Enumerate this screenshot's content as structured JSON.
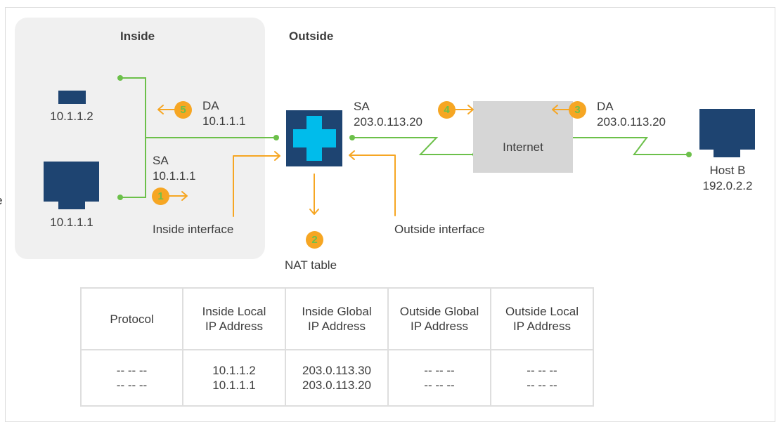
{
  "diagram": {
    "zones": {
      "inside_label": "Inside",
      "outside_label": "Outside"
    },
    "cropped_text_fragment": "e",
    "devices": {
      "host_inside_small": {
        "label": "10.1.1.2"
      },
      "host_inside_large": {
        "label": "10.1.1.1"
      },
      "nat_router": {
        "label": "NAT table"
      },
      "internet": {
        "label": "Internet"
      },
      "host_b": {
        "name": "Host B",
        "ip": "192.0.2.2"
      }
    },
    "annotations": {
      "inside_da": {
        "field": "DA",
        "value": "10.1.1.1"
      },
      "inside_sa": {
        "field": "SA",
        "value": "10.1.1.1"
      },
      "outside_sa": {
        "field": "SA",
        "value": "203.0.113.20"
      },
      "outside_da": {
        "field": "DA",
        "value": "203.0.113.20"
      },
      "inside_interface": "Inside interface",
      "outside_interface": "Outside interface"
    },
    "steps": [
      "1",
      "2",
      "3",
      "4",
      "5"
    ],
    "colors": {
      "link_green": "#6cc04a",
      "flow_orange": "#f6a623",
      "device_navy": "#1e4471",
      "router_cross": "#00bceb",
      "internet_gray": "#d6d6d6",
      "inside_zone_bg": "#f0f0f0"
    }
  },
  "nat_table": {
    "headers": [
      [
        "Protocol"
      ],
      [
        "Inside Local",
        "IP Address"
      ],
      [
        "Inside Global",
        "IP Address"
      ],
      [
        "Outside Global",
        "IP Address"
      ],
      [
        "Outside Local",
        "IP Address"
      ]
    ],
    "rows": [
      [
        "-- -- --",
        "10.1.1.2",
        "203.0.113.30",
        "-- -- --",
        "-- -- --"
      ],
      [
        "-- -- --",
        "10.1.1.1",
        "203.0.113.20",
        "-- -- --",
        "-- -- --"
      ]
    ]
  }
}
